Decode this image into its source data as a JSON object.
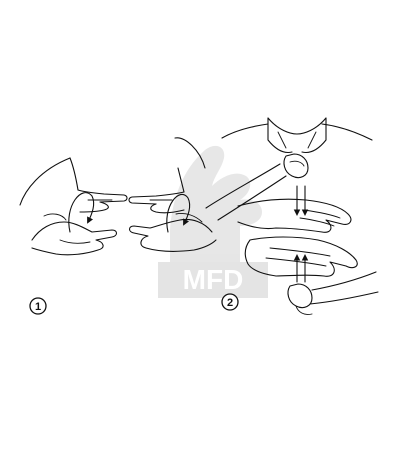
{
  "figures": [
    {
      "number": "1"
    },
    {
      "number": "2"
    }
  ],
  "watermark": {
    "text": "MFD",
    "color": "#c9c9c9"
  },
  "colors": {
    "ink": "#111111",
    "background": "#ffffff",
    "watermark": "#cfcfcf"
  }
}
